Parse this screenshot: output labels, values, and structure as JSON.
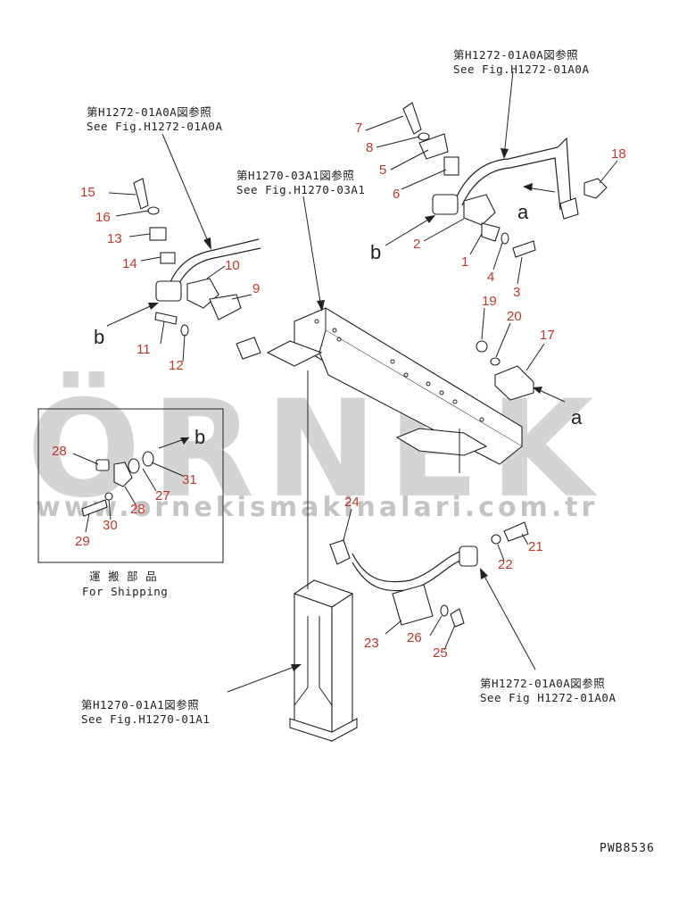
{
  "references": {
    "top_right": {
      "line1": "第H1272-01A0A図参照",
      "line2": "See Fig.H1272-01A0A"
    },
    "top_left": {
      "line1": "第H1272-01A0A図参照",
      "line2": "See Fig.H1272-01A0A"
    },
    "center": {
      "line1": "第H1270-03A1図参照",
      "line2": "See Fig.H1270-03A1"
    },
    "bottom_right": {
      "line1": "第H1272-01A0A図参照",
      "line2": "See Fig H1272-01A0A"
    },
    "bottom_left": {
      "line1": "第H1270-01A1図参照",
      "line2": "See Fig.H1270-01A1"
    }
  },
  "shipping_box": {
    "line1": "運 搬 部 品",
    "line2": "For Shipping"
  },
  "view_letters": {
    "a1": "a",
    "a2": "a",
    "b1": "b",
    "b2": "b",
    "b3": "b"
  },
  "part_numbers": {
    "p1": "1",
    "p2": "2",
    "p3": "3",
    "p4": "4",
    "p5": "5",
    "p6": "6",
    "p7": "7",
    "p8": "8",
    "p9": "9",
    "p10": "10",
    "p11": "11",
    "p12": "12",
    "p13": "13",
    "p14": "14",
    "p15": "15",
    "p16": "16",
    "p17": "17",
    "p18": "18",
    "p19": "19",
    "p20": "20",
    "p21": "21",
    "p22": "22",
    "p23": "23",
    "p24": "24",
    "p25": "25",
    "p26": "26",
    "p27": "27",
    "p28a": "28",
    "p28b": "28",
    "p29": "29",
    "p30": "30",
    "p31": "31"
  },
  "watermark": {
    "brand": "ÖRNEK",
    "url": "www.ornekismakinalari.com.tr"
  },
  "drawing_code": "PWB8536"
}
